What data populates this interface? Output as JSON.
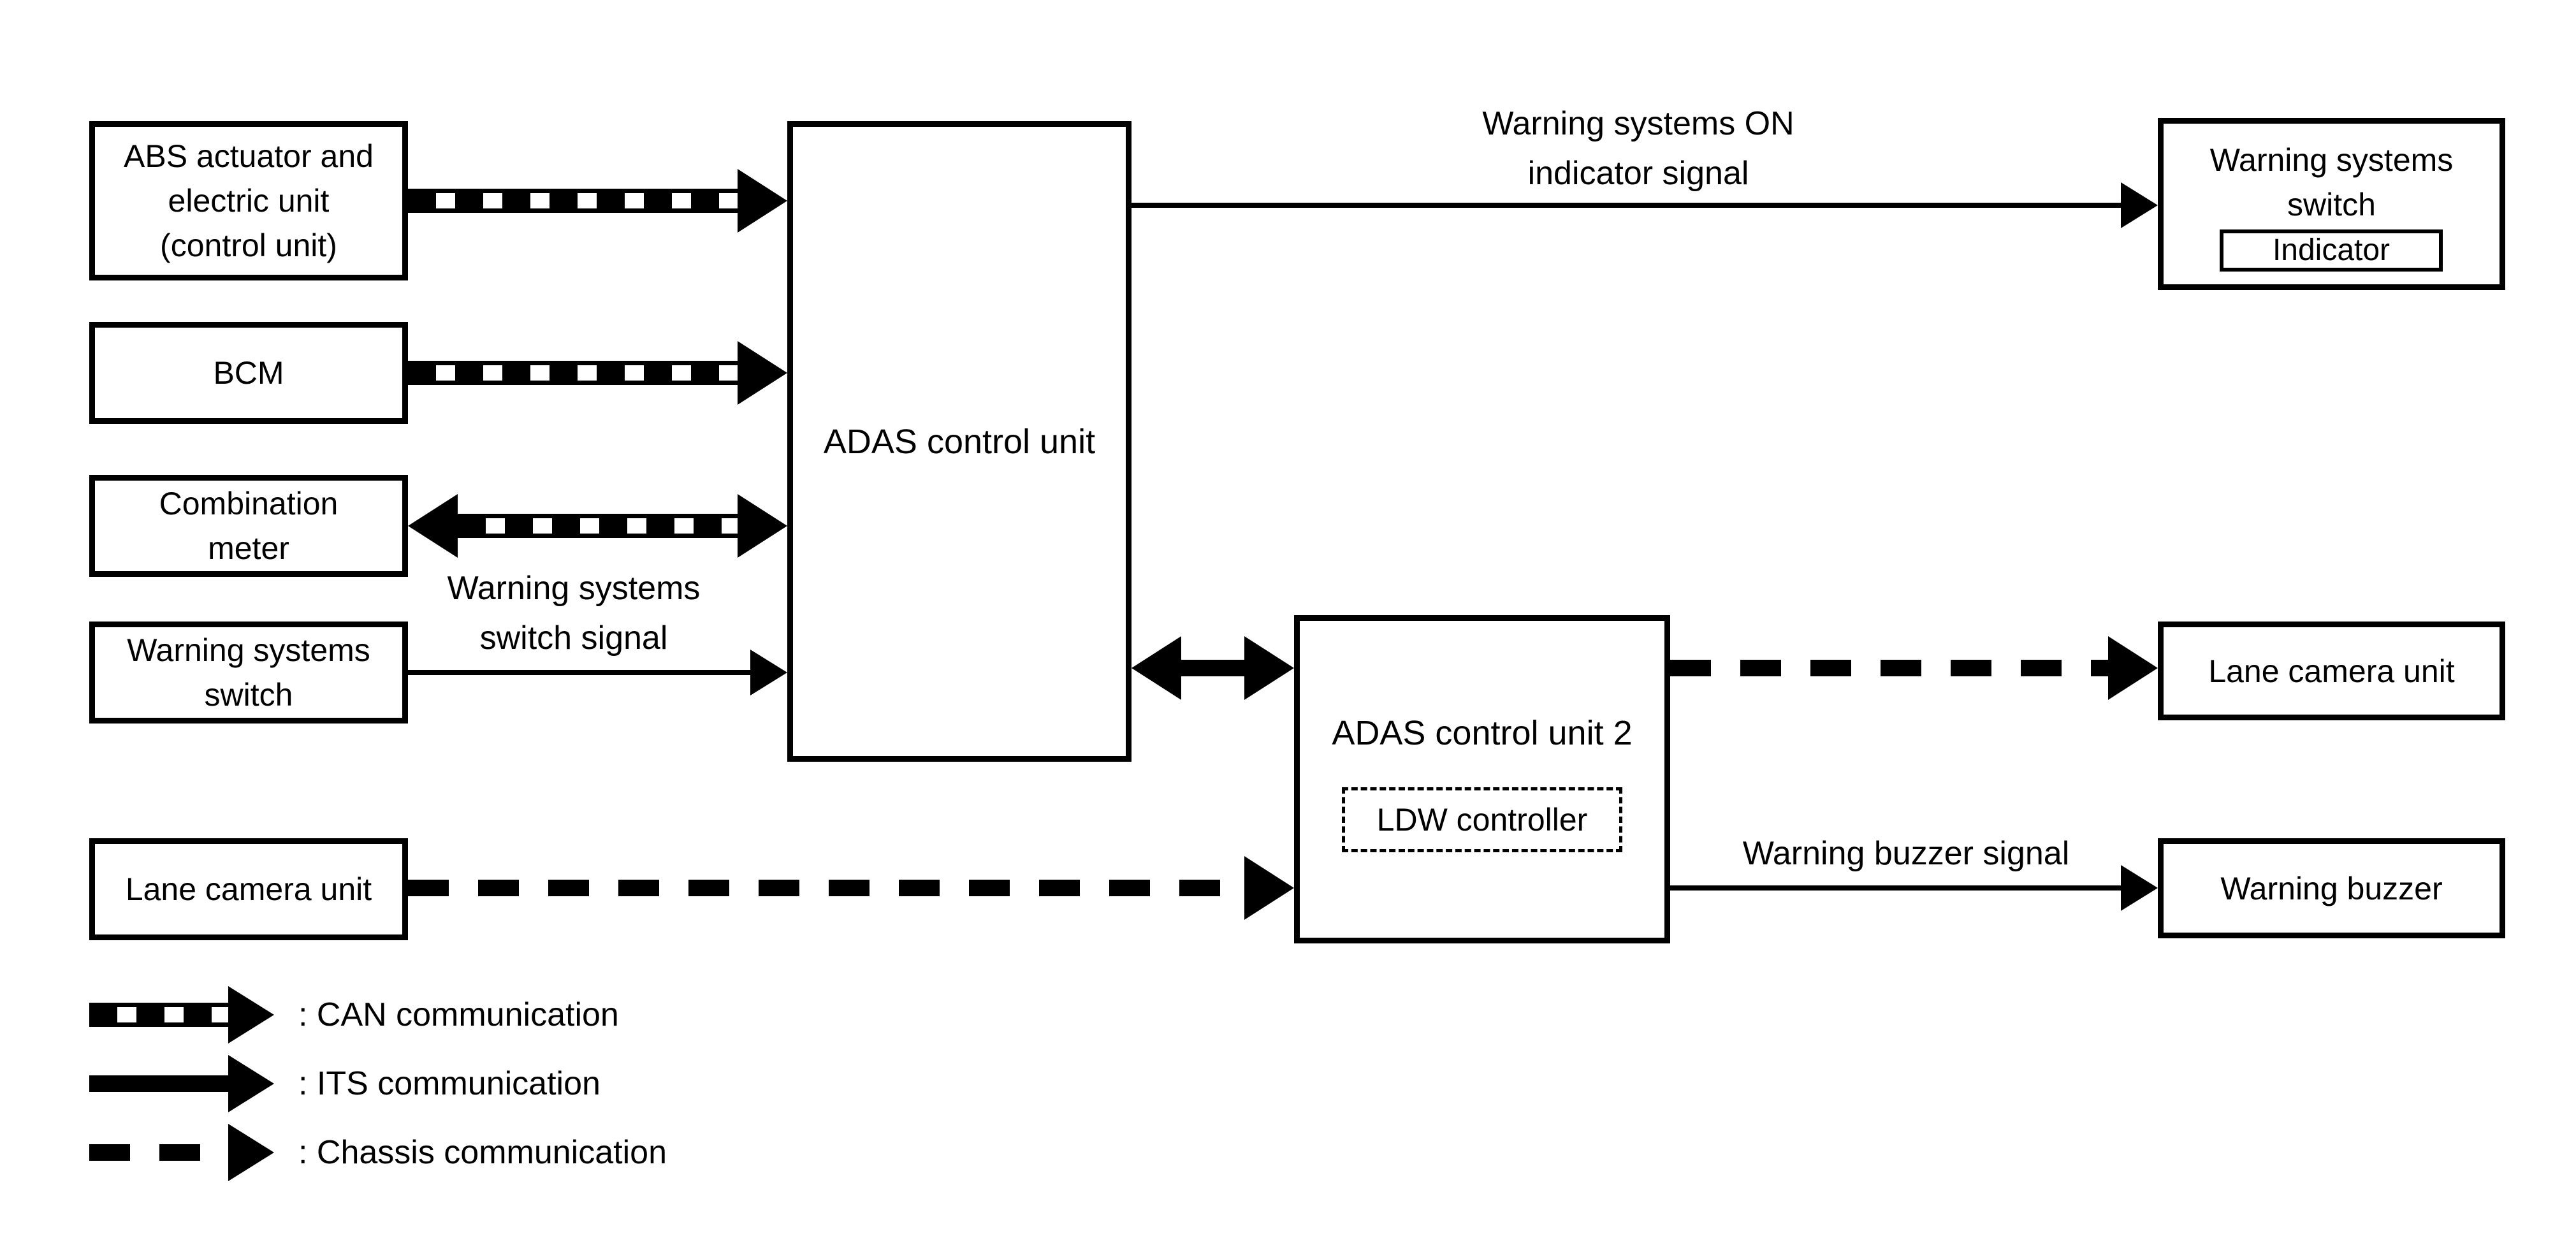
{
  "diagram": {
    "colors": {
      "ink": "#000000",
      "paper": "#ffffff"
    },
    "boxes": {
      "abs": {
        "lines": [
          "ABS actuator and",
          "electric unit",
          "(control unit)"
        ]
      },
      "bcm": {
        "lines": [
          "BCM"
        ]
      },
      "combination_meter": {
        "lines": [
          "Combination",
          "meter"
        ]
      },
      "warning_systems_switch_left": {
        "lines": [
          "Warning systems",
          "switch"
        ]
      },
      "lane_camera_left": {
        "lines": [
          "Lane camera unit"
        ]
      },
      "adas": {
        "lines": [
          "ADAS control unit"
        ]
      },
      "adas2": {
        "lines": [
          "ADAS control unit 2"
        ]
      },
      "ldw": {
        "lines": [
          "LDW controller"
        ]
      },
      "warning_systems_switch_right": {
        "lines": [
          "Warning systems",
          "switch"
        ]
      },
      "indicator": {
        "lines": [
          "Indicator"
        ]
      },
      "lane_camera_right": {
        "lines": [
          "Lane camera unit"
        ]
      },
      "warning_buzzer": {
        "lines": [
          "Warning buzzer"
        ]
      }
    },
    "labels": {
      "warning_on_line1": "Warning systems ON",
      "warning_on_line2": "indicator signal",
      "wss_signal_line1": "Warning systems",
      "wss_signal_line2": "switch signal",
      "buzzer_signal": "Warning buzzer signal"
    },
    "legend": {
      "can": ": CAN communication",
      "its": ": ITS communication",
      "chassis": ": Chassis communication"
    }
  }
}
